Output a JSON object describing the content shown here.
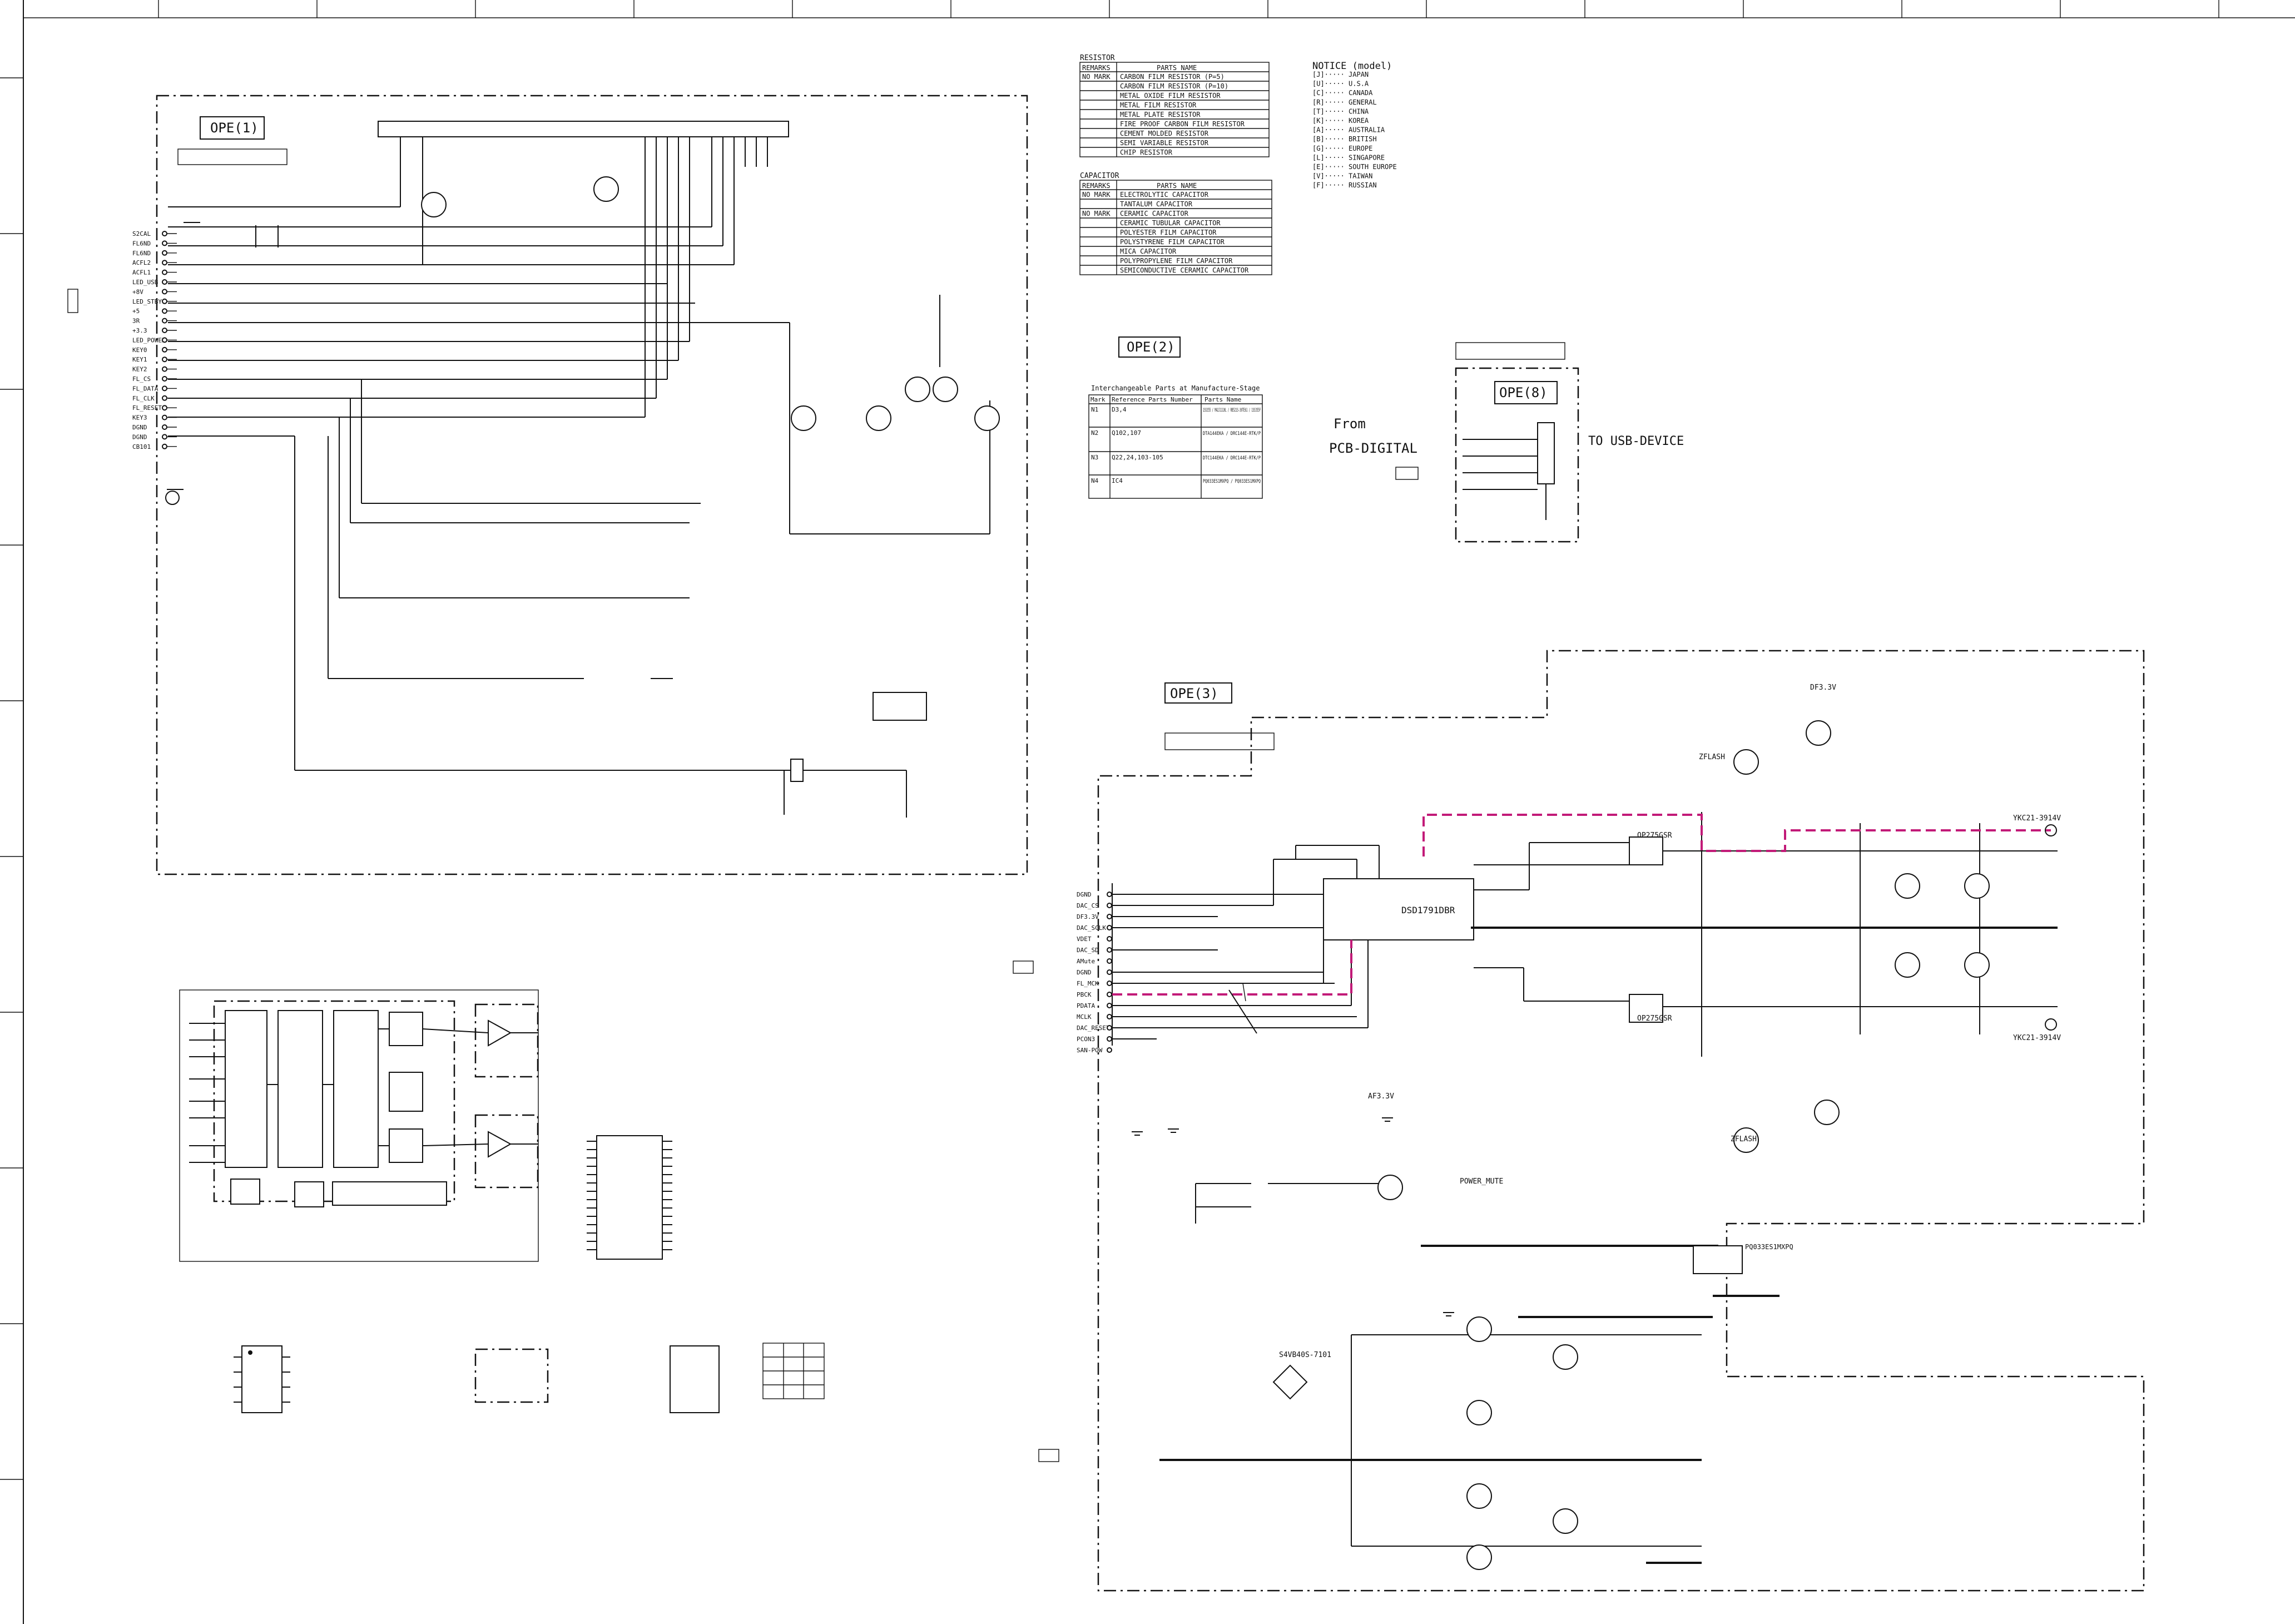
{
  "sections": {
    "ope1": "OPE(1)",
    "ope2": "OPE(2)",
    "ope3": "OPE(3)",
    "ope8": "OPE(8)"
  },
  "resistor_table": {
    "title": "RESISTOR",
    "headers": [
      "REMARKS",
      "PARTS NAME"
    ],
    "rows": [
      [
        "NO MARK",
        "CARBON FILM RESISTOR (P=5)"
      ],
      [
        "",
        "CARBON FILM RESISTOR (P=10)"
      ],
      [
        "",
        "METAL OXIDE FILM RESISTOR"
      ],
      [
        "",
        "METAL FILM RESISTOR"
      ],
      [
        "",
        "METAL PLATE RESISTOR"
      ],
      [
        "",
        "FIRE PROOF CARBON FILM RESISTOR"
      ],
      [
        "",
        "CEMENT MOLDED RESISTOR"
      ],
      [
        "",
        "SEMI VARIABLE RESISTOR"
      ],
      [
        "",
        "CHIP RESISTOR"
      ]
    ]
  },
  "capacitor_table": {
    "title": "CAPACITOR",
    "headers": [
      "REMARKS",
      "PARTS NAME"
    ],
    "rows": [
      [
        "NO MARK",
        "ELECTROLYTIC CAPACITOR"
      ],
      [
        "",
        "TANTALUM CAPACITOR"
      ],
      [
        "NO MARK",
        "CERAMIC CAPACITOR"
      ],
      [
        "",
        "CERAMIC TUBULAR CAPACITOR"
      ],
      [
        "",
        "POLYESTER FILM CAPACITOR"
      ],
      [
        "",
        "POLYSTYRENE FILM CAPACITOR"
      ],
      [
        "",
        "MICA CAPACITOR"
      ],
      [
        "",
        "POLYPROPYLENE FILM CAPACITOR"
      ],
      [
        "",
        "SEMICONDUCTIVE CERAMIC CAPACITOR"
      ]
    ]
  },
  "notice": {
    "title": "NOTICE (model)",
    "rows": [
      "[J]····· JAPAN",
      "[U]····· U.S.A",
      "[C]····· CANADA",
      "[R]····· GENERAL",
      "[T]····· CHINA",
      "[K]····· KOREA",
      "[A]····· AUSTRALIA",
      "[B]····· BRITISH",
      "[G]····· EUROPE",
      "[L]····· SINGAPORE",
      "[E]····· SOUTH EUROPE",
      "[V]····· TAIWAN",
      "[F]····· RUSSIAN"
    ]
  },
  "interchangeable": {
    "title": "Interchangeable Parts at Manufacture-Stage",
    "headers": [
      "Mark",
      "Reference Parts Number",
      "Parts Name"
    ],
    "rows": [
      [
        "N1",
        "D3,4",
        "1SS355 / MA2J1110L / RB521S-30TE61 / 1SS355F"
      ],
      [
        "N2",
        "Q102,107",
        "DTA144EKA / DRC144E-RTK/P"
      ],
      [
        "N3",
        "Q22,24,103-105",
        "DTC144EKA / DRC144E-RTK/P"
      ],
      [
        "N4",
        "IC4",
        "PQ033ES1MXPQ / PQ033ES1MXPQ"
      ]
    ]
  },
  "usb": {
    "from_label": "From",
    "pcb_label": "PCB-DIGITAL",
    "to_label": "TO USB-DEVICE"
  },
  "ope1_pins": [
    "S2CAL",
    "FL6ND",
    "FL6ND",
    "ACFL2",
    "ACFL1",
    "LED_USB",
    "+8V",
    "LED_STBY",
    "+5",
    "3R",
    "+3.3",
    "LED_POWER",
    "KEY0",
    "KEY1",
    "KEY2",
    "FL_CS",
    "FL_DATA",
    "FL_CLK",
    "FL_RESET",
    "KEY3",
    "DGND",
    "DGND",
    "CB101"
  ],
  "ope3_pins": [
    "DGND",
    "DAC_CS",
    "DF3.3V",
    "DAC_SCLK",
    "VDET",
    "DAC_SD",
    "AMute",
    "DGND",
    "FL_MCK",
    "PBCK",
    "PDATA",
    "MCLK",
    "DAC_RESET",
    "PCON3",
    "SAN-POW"
  ],
  "ope3_labels": {
    "dac_ic": "DSD1791DBR",
    "opamp": "OP275GSR",
    "out_l": "YKC21-3914V",
    "out_r": "YKC21-3914V",
    "reg": "PQ033ES1MXPQ",
    "bridge": "S4VB40S-7101",
    "zflash": "ZFLASH",
    "power_mute": "POWER_MUTE",
    "df33": "DF3.3V",
    "af3": "AF3.3V"
  }
}
